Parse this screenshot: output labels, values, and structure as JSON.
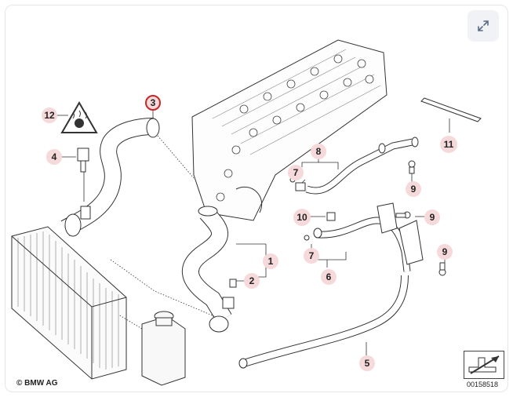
{
  "copyright": "© BMW AG",
  "diagram_number": "00158518",
  "callouts": [
    {
      "id": "c12",
      "label": "12"
    },
    {
      "id": "c3",
      "label": "3"
    },
    {
      "id": "c4",
      "label": "4"
    },
    {
      "id": "c8",
      "label": "8"
    },
    {
      "id": "c7a",
      "label": "7"
    },
    {
      "id": "c9a",
      "label": "9"
    },
    {
      "id": "c10",
      "label": "10"
    },
    {
      "id": "c9b",
      "label": "9"
    },
    {
      "id": "c1",
      "label": "1"
    },
    {
      "id": "c2",
      "label": "2"
    },
    {
      "id": "c7b",
      "label": "7"
    },
    {
      "id": "c6",
      "label": "6"
    },
    {
      "id": "c9c",
      "label": "9"
    },
    {
      "id": "c11",
      "label": "11"
    },
    {
      "id": "c5",
      "label": "5"
    }
  ],
  "icons": {
    "expand": "expand-icon",
    "warning": "hot-coolant-warning-icon"
  },
  "colors": {
    "callout_fill": "#f6d9da",
    "callout_highlight_ring": "#c62828",
    "line": "#333333"
  }
}
